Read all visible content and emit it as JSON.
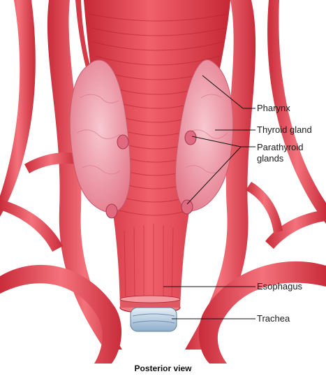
{
  "labels": {
    "pharynx": "Pharynx",
    "thyroid_gland": "Thyroid gland",
    "parathyroid_glands": "Parathyroid\nglands",
    "esophagus": "Esophagus",
    "trachea": "Trachea"
  },
  "caption": "Posterior view",
  "colors": {
    "vessel": "#e8505a",
    "muscle": "#e03c48",
    "gland": "#f0a6b4",
    "trachea_ring": "#a9c4dc"
  }
}
